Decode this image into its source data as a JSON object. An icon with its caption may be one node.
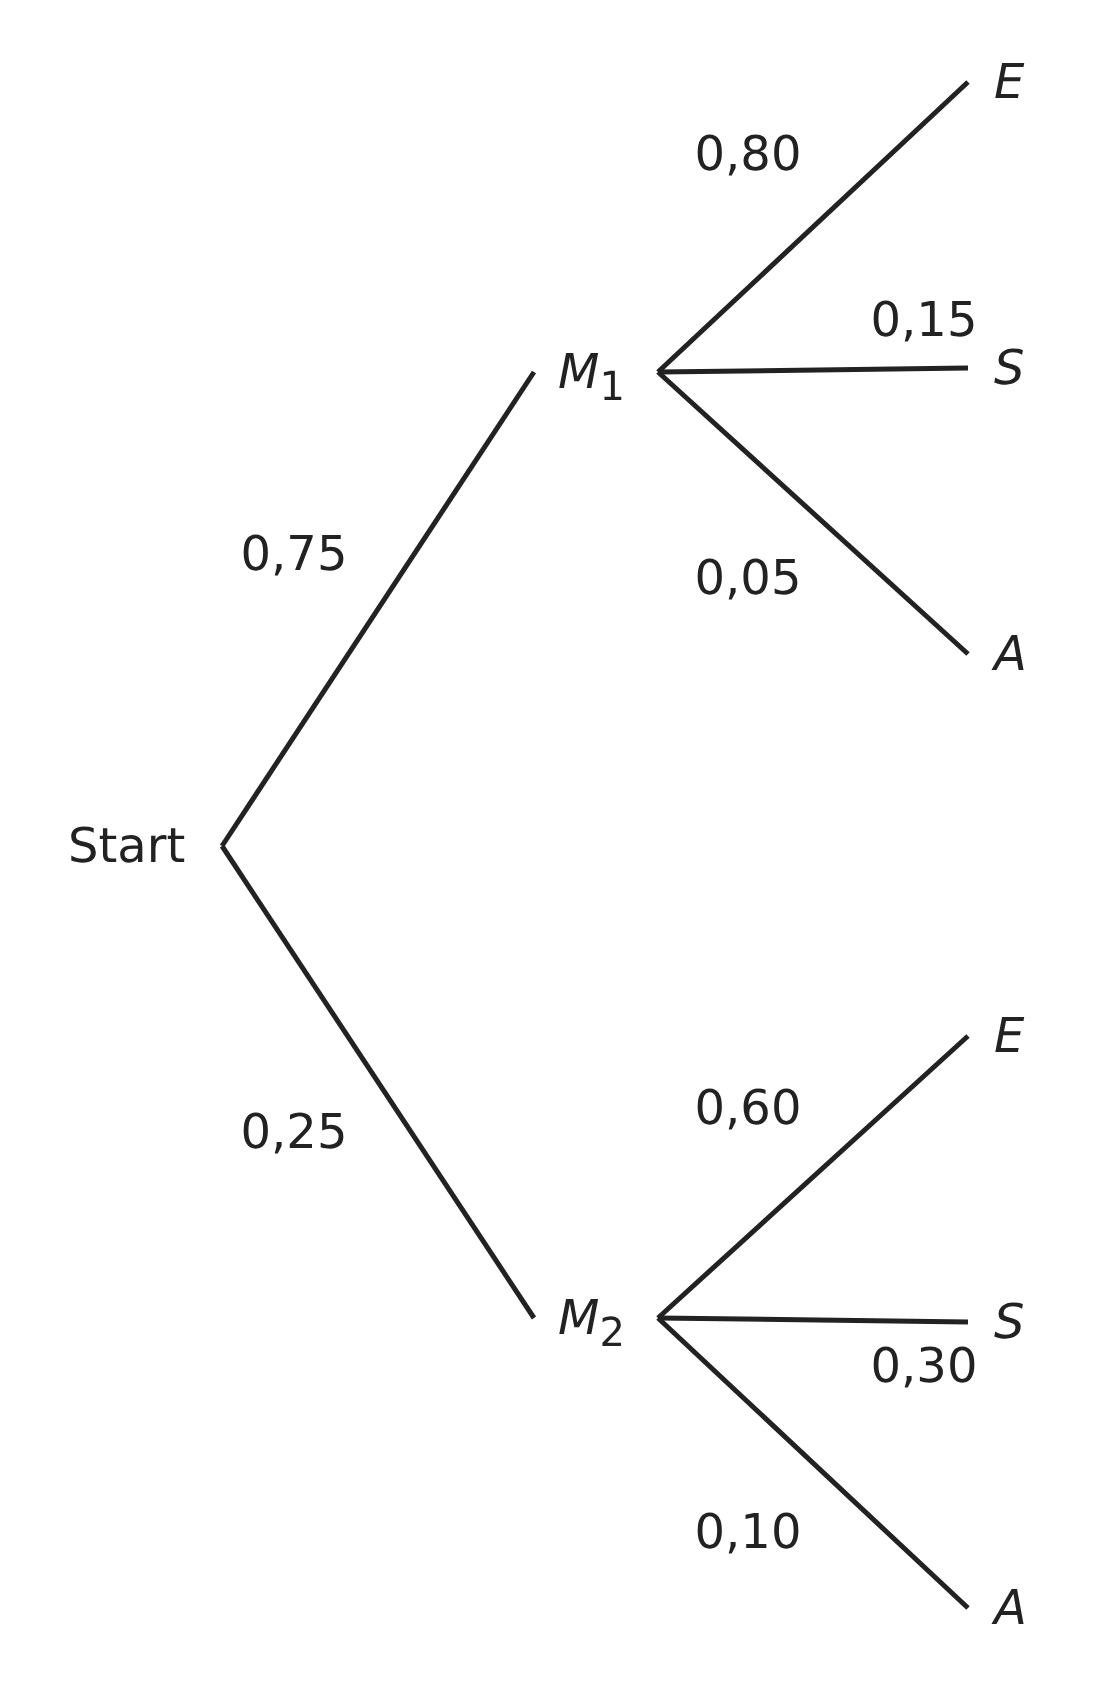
{
  "diagram": {
    "nodes": [
      {
        "text": [
          "Start"
        ]
      },
      {
        "text": [
          "*M*$_{1}$"
        ]
      },
      {
        "text": [
          "*M*$_{2}$"
        ]
      },
      {
        "text": [
          "E"
        ]
      },
      {
        "text": [
          "S"
        ]
      },
      {
        "text": [
          "A"
        ]
      },
      {
        "text": [
          "E"
        ]
      },
      {
        "text": [
          "S"
        ]
      },
      {
        "text": [
          "A"
        ]
      }
    ],
    "edges": [
      {
        "from": 0,
        "to": 1,
        "arrow": "none",
        "label": "0,75"
      },
      {
        "from": 0,
        "to": 2,
        "arrow": "none",
        "label": "0,25"
      },
      {
        "from": 1,
        "to": 3,
        "arrow": "none",
        "label": "0,80"
      },
      {
        "from": 1,
        "to": 4,
        "arrow": "none",
        "label": "0,15"
      },
      {
        "from": 1,
        "to": 5,
        "arrow": "none",
        "label": "0,05"
      },
      {
        "from": 2,
        "to": 6,
        "arrow": "none",
        "label": "0,60"
      },
      {
        "from": 2,
        "to": 7,
        "arrow": "none",
        "label": "0,30"
      },
      {
        "from": 2,
        "to": 8,
        "arrow": "none",
        "label": "0,10"
      }
    ]
  }
}
